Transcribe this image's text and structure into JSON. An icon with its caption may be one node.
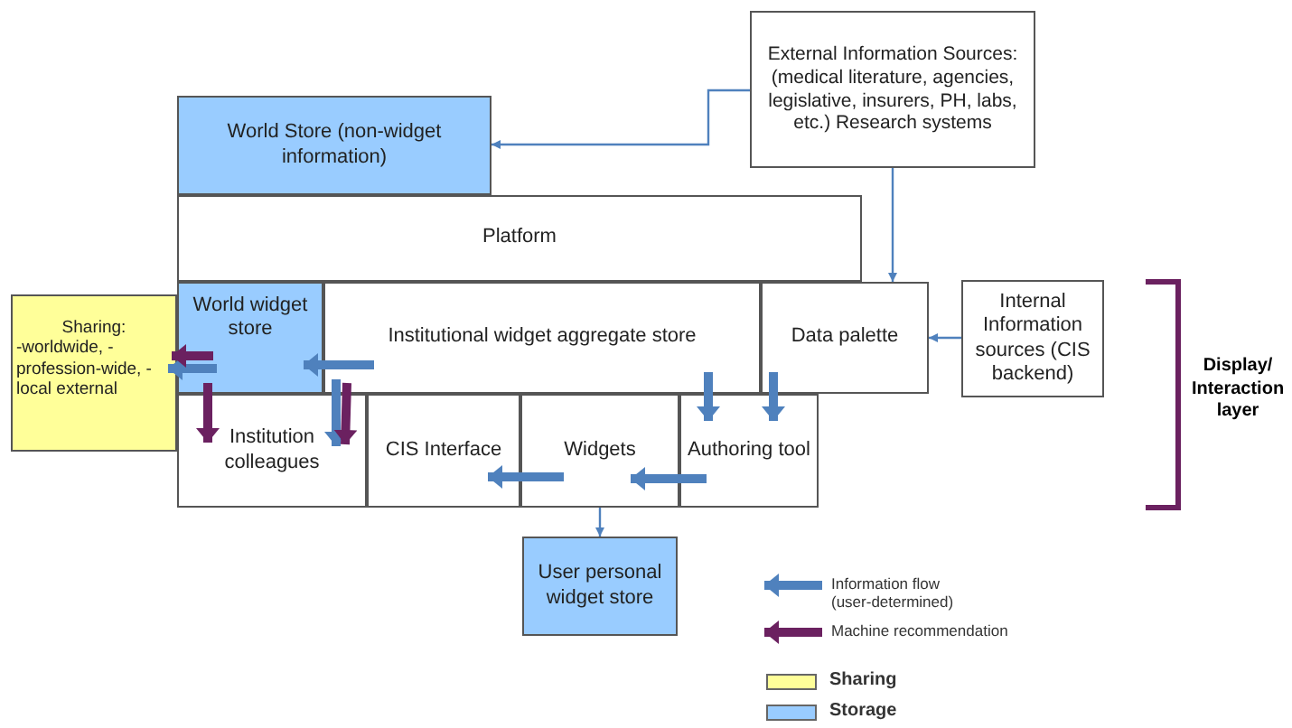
{
  "diagram": {
    "nodes": [
      {
        "text": [
          "External Information Sources: (medical literature, agencies, legislative, insurers, PH, labs, etc.) Research systems"
        ]
      },
      {
        "text": [
          "World Store (non-widget information)"
        ]
      },
      {
        "text": [
          "Platform"
        ]
      },
      {
        "text": [
          "World widget store"
        ]
      },
      {
        "text": [
          "Institutional widget aggregate store"
        ]
      },
      {
        "text": [
          "Data palette"
        ]
      },
      {
        "text": [
          "Internal Information sources (CIS backend)"
        ]
      },
      {
        "text": [
          "Sharing:",
          "-worldwide, -profession-wide, -local external"
        ]
      },
      {
        "text": [
          "Institution colleagues"
        ]
      },
      {
        "text": [
          "CIS Interface"
        ]
      },
      {
        "text": [
          "Widgets"
        ]
      },
      {
        "text": [
          "Authoring tool"
        ]
      },
      {
        "text": [
          "User personal widget store"
        ]
      }
    ],
    "edges": [
      {
        "from": 0,
        "to": 1,
        "arrow": "to"
      },
      {
        "from": 0,
        "to": 5,
        "arrow": "to"
      },
      {
        "from": 6,
        "to": 5,
        "arrow": "to"
      },
      {
        "from": 10,
        "to": 12,
        "arrow": "to"
      },
      {
        "from": 4,
        "to": 3,
        "arrow": "to"
      },
      {
        "from": 3,
        "to": 7,
        "arrow": "to"
      },
      {
        "from": 3,
        "to": 7,
        "arrow": "to",
        "color": "#6b2160"
      },
      {
        "from": 3,
        "to": 8,
        "arrow": "to",
        "color": "#6b2160"
      },
      {
        "from": 4,
        "to": 8,
        "arrow": "to"
      },
      {
        "from": 4,
        "to": 8,
        "arrow": "to",
        "color": "#6b2160"
      },
      {
        "from": 4,
        "to": 11,
        "arrow": "to"
      },
      {
        "from": 5,
        "to": 11,
        "arrow": "to"
      },
      {
        "from": 11,
        "to": 10,
        "arrow": "to"
      },
      {
        "from": 10,
        "to": 9,
        "arrow": "to"
      }
    ],
    "labels": [
      "Display/ Interaction layer"
    ],
    "legend": [
      {
        "text": "Information flow (user-determined)"
      },
      {
        "text": "Machine recommendation"
      },
      {
        "text": "Sharing",
        "color": "#ffff99"
      },
      {
        "text": "Storage",
        "color": "#99ccff"
      }
    ]
  }
}
